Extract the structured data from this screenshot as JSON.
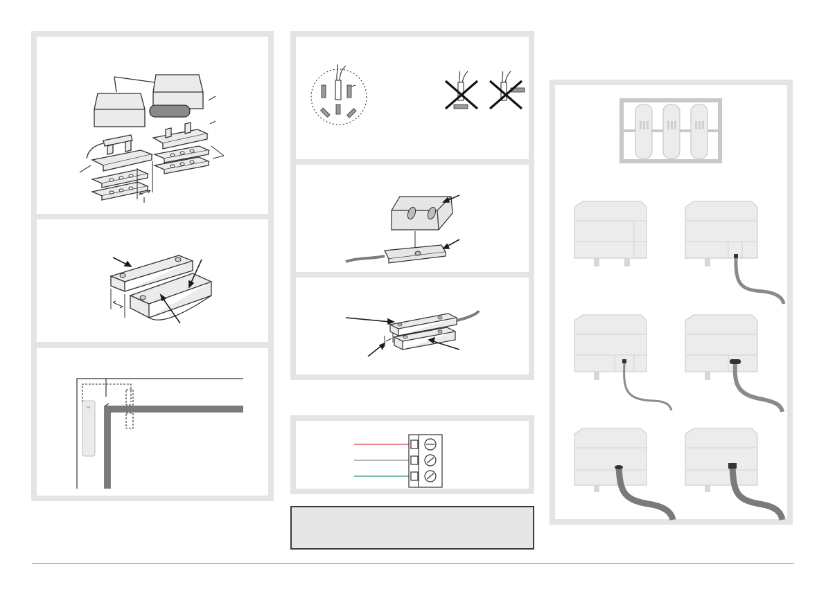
{
  "colors": {
    "frame": "#e4e4e4",
    "outline": "#2f2f2f",
    "housing": "#ebebeb",
    "cable": "#8a8a8a",
    "wire_red": "#d2374a",
    "wire_grey": "#8c8c8c",
    "wire_green": "#2e9f6e",
    "note_fill": "#e6e6e6"
  },
  "panels": [
    {
      "id": "exploded-assembly",
      "icon": "exploded-housing-diagram"
    },
    {
      "id": "surface-contact",
      "icon": "surface-contact-diagram"
    },
    {
      "id": "door-frame",
      "icon": "door-frame-mounting-diagram"
    },
    {
      "id": "orientation",
      "icon": "reed-orientation-diagram"
    },
    {
      "id": "angle-contact",
      "icon": "angle-bracket-contact-diagram"
    },
    {
      "id": "flat-contact",
      "icon": "flat-cabled-contact-diagram"
    },
    {
      "id": "terminal-block",
      "icon": "terminal-block-wiring-diagram"
    },
    {
      "id": "cable-entry",
      "icon": "cable-entry-options-diagram"
    }
  ],
  "cable_entry": {
    "variants": [
      "no-cable",
      "thin-cable",
      "thin-cable-low",
      "flat-cable",
      "thick-round-cable",
      "thick-flat-cable"
    ]
  },
  "terminal_wires": [
    "red",
    "grey",
    "green"
  ],
  "note": {
    "text": ""
  }
}
